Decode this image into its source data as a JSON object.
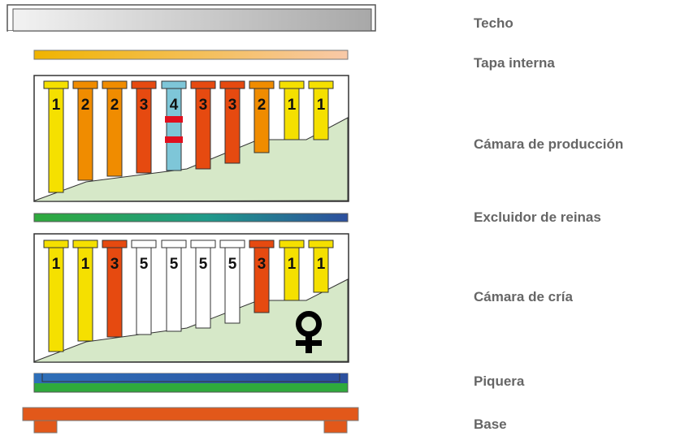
{
  "labels": {
    "roof": "Techo",
    "inner_cover": "Tapa interna",
    "production_chamber": "Cámara de producción",
    "queen_excluder": "Excluidor de reinas",
    "brood_chamber": "Cámara de cría",
    "entrance": "Piquera",
    "base": "Base"
  },
  "production_frames": [
    "1",
    "2",
    "2",
    "3",
    "4",
    "3",
    "3",
    "2",
    "1",
    "1"
  ],
  "brood_frames": [
    "1",
    "1",
    "3",
    "5",
    "5",
    "5",
    "5",
    "3",
    "1",
    "1"
  ],
  "queen_symbol": "female-symbol",
  "colors": {
    "level_1": "#f5e000",
    "level_2": "#f08c00",
    "level_3": "#e64a10",
    "level_4": "#7ec6d8",
    "level_5": "#ffffff",
    "comb_fill": "#d6e8c8",
    "excluder_start": "#2faa3c",
    "excluder_end": "#2c4f9e",
    "base": "#e2581a",
    "inner_cover_start": "#f0b400",
    "inner_cover_end": "#f8c9a8"
  }
}
